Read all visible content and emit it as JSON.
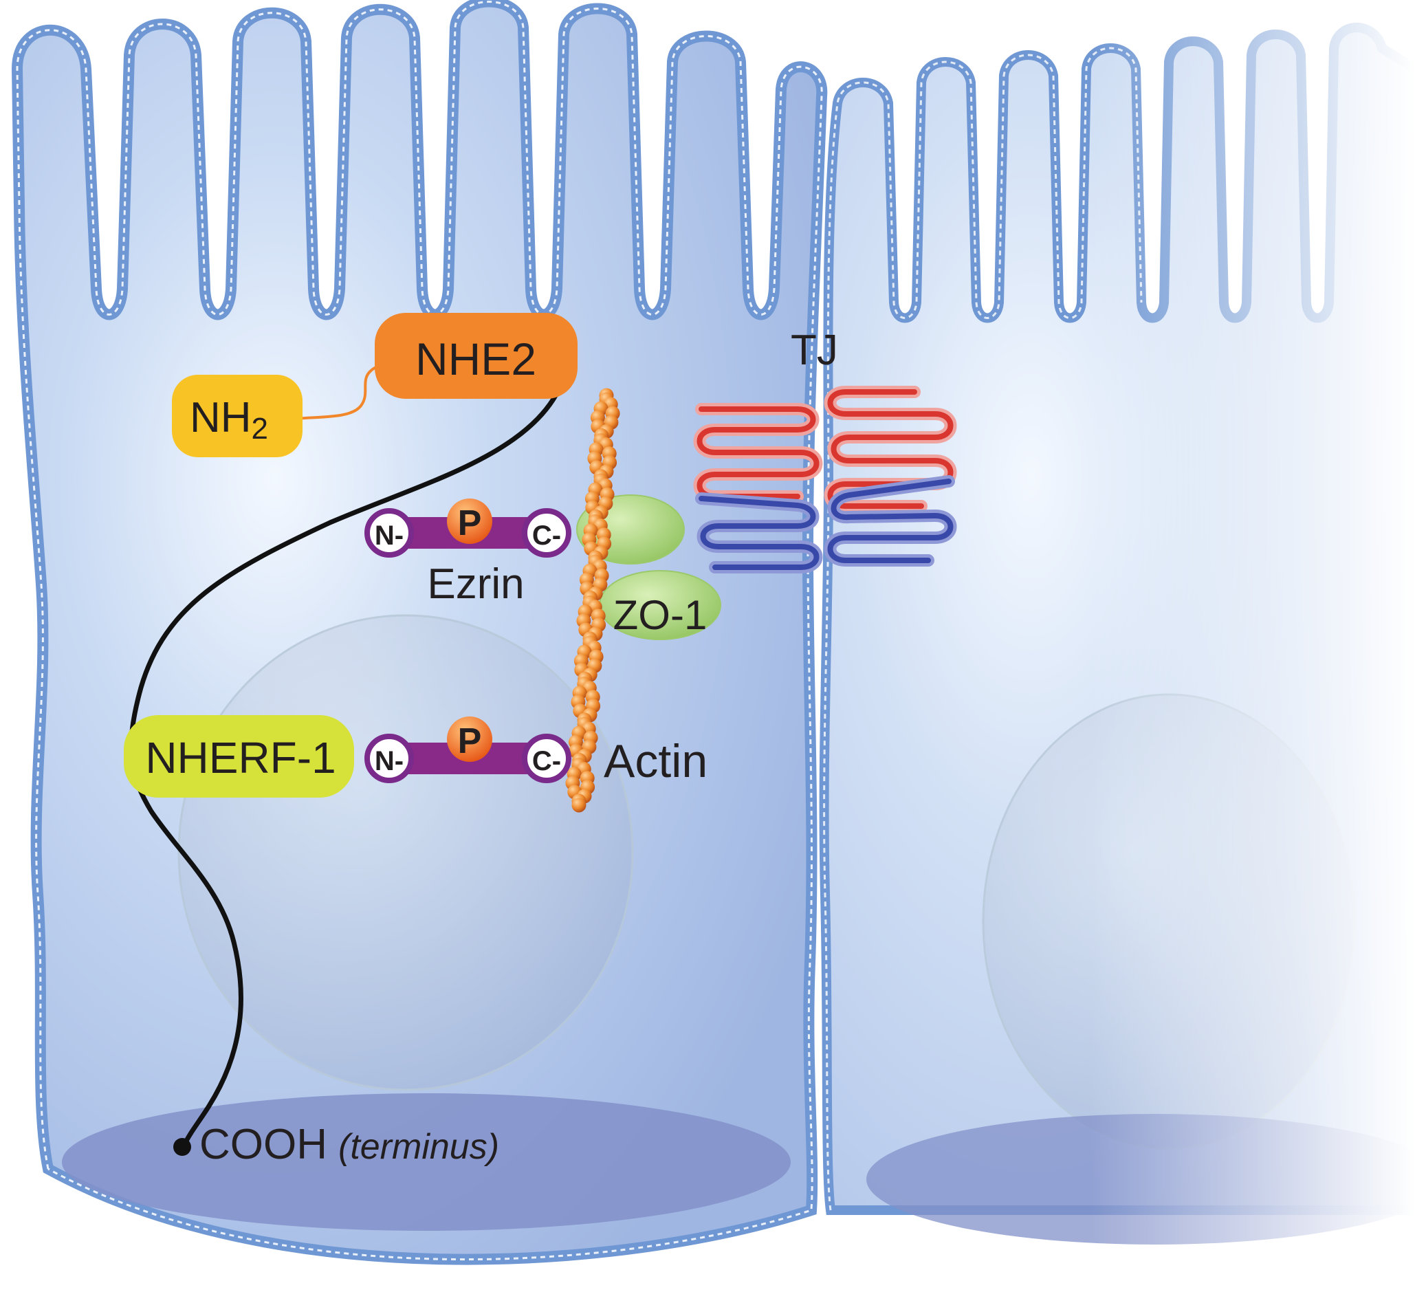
{
  "labels": {
    "nhe2": "NHE2",
    "nh2": "NH",
    "nh2_sub": "2",
    "tj": "TJ",
    "ezrin": "Ezrin",
    "zo1": "ZO-1",
    "nherf1": "NHERF-1",
    "actin": "Actin",
    "cooh": "COOH",
    "cooh_note": "(terminus)",
    "n_term": "N-",
    "c_term": "C-",
    "phospho": "P"
  },
  "colors": {
    "cell_fill": "#a9bfe6",
    "membrane": "#6f97d3",
    "nhe2": "#f2862a",
    "nh2": "#f7c325",
    "nherf1": "#d6e23a",
    "zo1": "#a8d37a",
    "ezrin_bar": "#8a2a88",
    "phospho": "#f06a1e",
    "actin": "#e98a2c",
    "tj_red": "#d9362f",
    "tj_blue": "#3848a8",
    "basal": "#8391c9"
  }
}
